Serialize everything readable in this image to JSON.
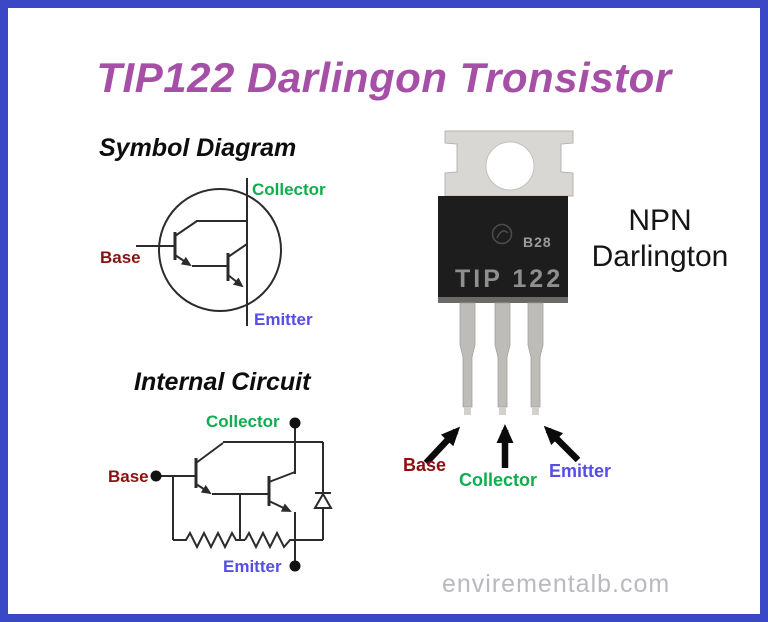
{
  "title": "TIP122 Darlingon Tronsistor",
  "symbol_diagram": {
    "heading": "Symbol Diagram",
    "labels": {
      "collector": "Collector",
      "base": "Base",
      "emitter": "Emitter"
    }
  },
  "internal_circuit": {
    "heading": "Internal Circuit",
    "labels": {
      "collector": "Collector",
      "base": "Base",
      "emitter": "Emitter"
    }
  },
  "package": {
    "style": "TO-220",
    "marking_code": "B28",
    "marking_part": "TIP 122",
    "type_line1": "NPN",
    "type_line2": "Darlington",
    "pins": [
      {
        "label": "Base"
      },
      {
        "label": "Collector"
      },
      {
        "label": "Emitter"
      }
    ]
  },
  "watermark": "envirementalb.com",
  "colors": {
    "border": "#3b48c6",
    "title": "#a550a6",
    "base_label": "#8b1111",
    "collector_label": "#0cae4e",
    "emitter_label": "#544ee4",
    "circuit_line": "#2b2b2b",
    "package_tab": "#d8d7d3",
    "package_body": "#1d1d1d",
    "package_marking": "#9c9c9c",
    "watermark": "#b9b9bf"
  }
}
